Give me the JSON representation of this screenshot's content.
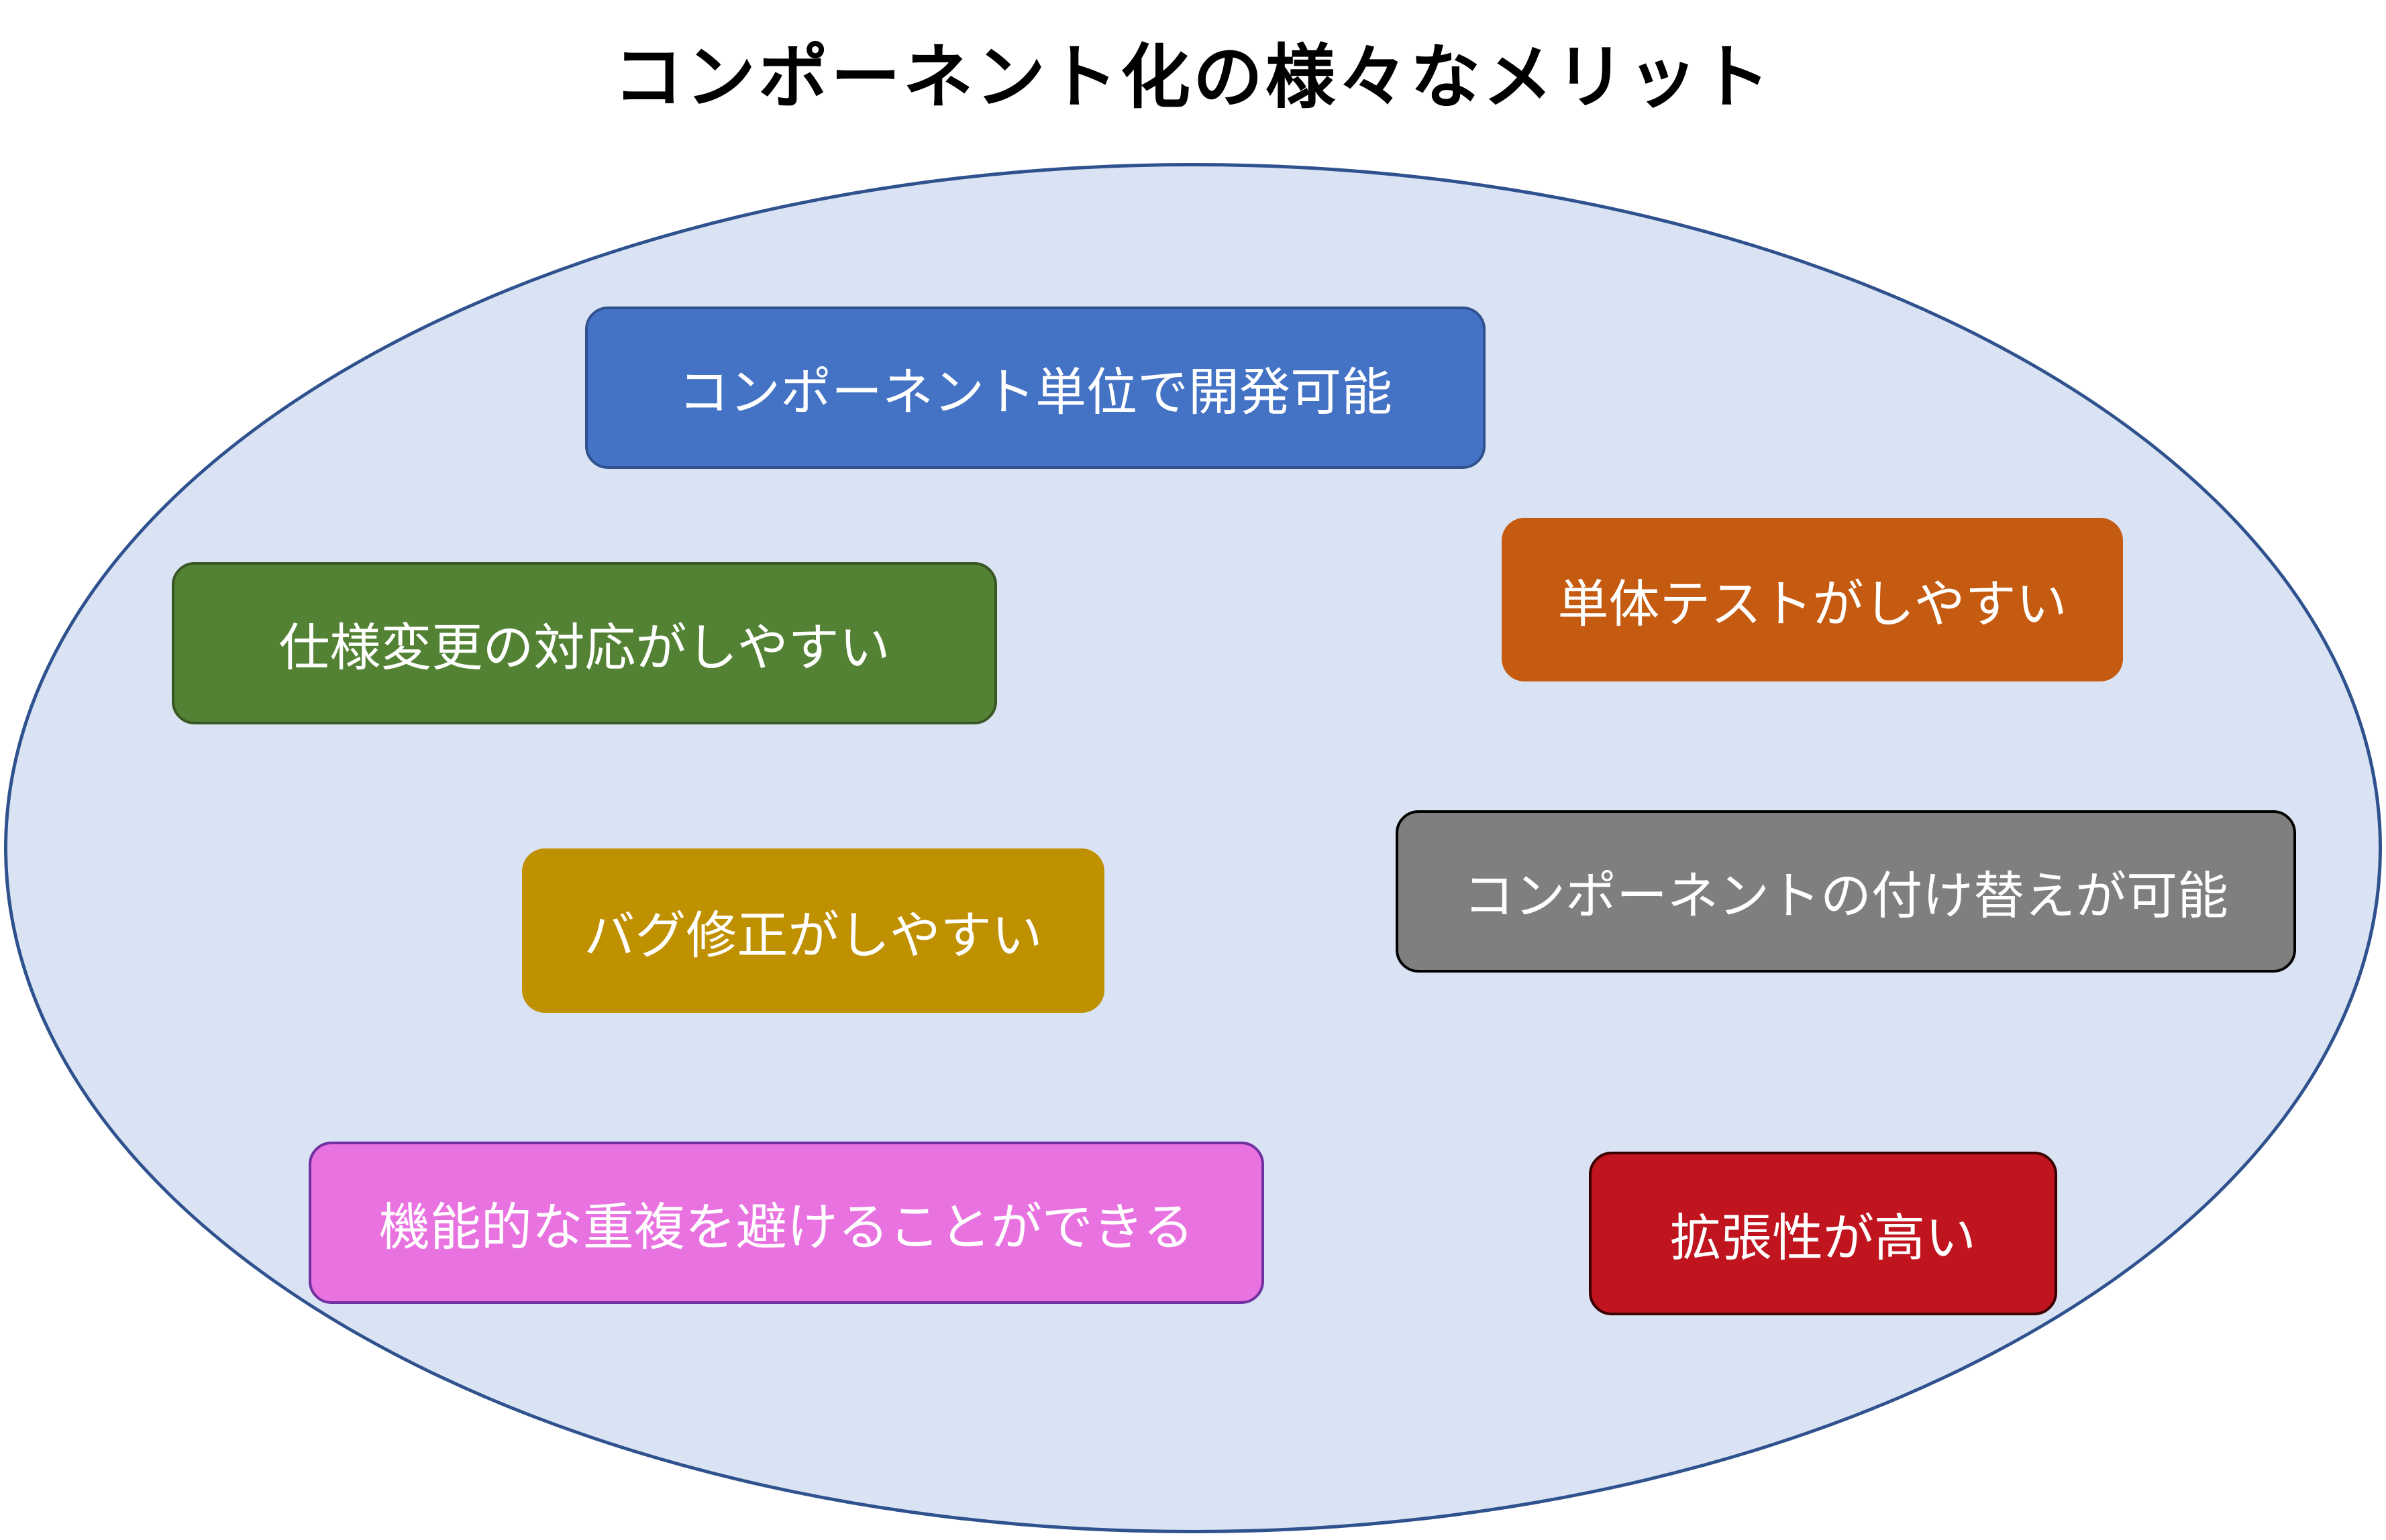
{
  "title": "コンポーネント化の様々なメリット",
  "colors": {
    "ellipse_fill": "#dae3f3",
    "ellipse_border": "#2f528f"
  },
  "merits": [
    {
      "label": "コンポーネント単位で開発可能",
      "fill": "#4472c4",
      "border": "#2f528f"
    },
    {
      "label": "単体テストがしやすい",
      "fill": "#c55a11",
      "border": "none"
    },
    {
      "label": "仕様変更の対応がしやすい",
      "fill": "#548235",
      "border": "#385723"
    },
    {
      "label": "コンポーネントの付け替えが可能",
      "fill": "#7f7f7f",
      "border": "#000000"
    },
    {
      "label": "バグ修正がしやすい",
      "fill": "#bf9000",
      "border": "none"
    },
    {
      "label": "機能的な重複を避けることができる",
      "fill": "#e872e0",
      "border": "#7030a0"
    },
    {
      "label": "拡張性が高い",
      "fill": "#c0141e",
      "border": "#3a0000"
    }
  ]
}
